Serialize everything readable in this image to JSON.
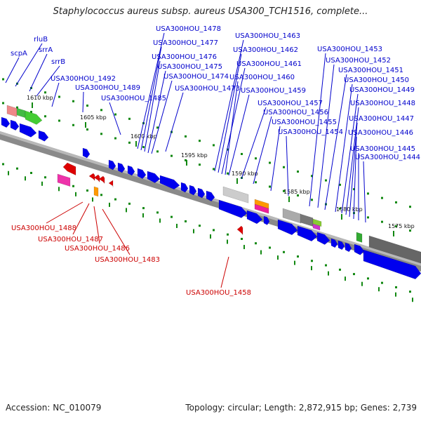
{
  "title": "Staphylococcus aureus subsp. aureus USA300_TCH1516, complete...",
  "accession": "Accession: NC_010079",
  "summary": "Topology: circular; Length: 2,872,915 bp; Genes: 2,739",
  "colors": {
    "forward_gene": "#0000ee",
    "reverse_gene": "#dd0000",
    "backbone": "#777777",
    "tick_dot": "#118811",
    "forward_label": "#0000cc",
    "reverse_label": "#cc0000"
  },
  "scale_ticks": [
    "1610 kbp",
    "1605 kbp",
    "1600 kbp",
    "1595 kbp",
    "1590 kbp",
    "1585 kbp",
    "1580 kbp",
    "1575 kbp"
  ],
  "forward_labels": [
    "scpA",
    "rluB",
    "srrA",
    "srrB",
    "USA300HOU_1492",
    "USA300HOU_1489",
    "USA300HOU_1485",
    "USA300HOU_1478",
    "USA300HOU_1477",
    "USA300HOU_1476",
    "USA300HOU_1475",
    "USA300HOU_1474",
    "USA300HOU_1473",
    "USA300HOU_1463",
    "USA300HOU_1462",
    "USA300HOU_1461",
    "USA300HOU_1460",
    "USA300HOU_1459",
    "USA300HOU_1457",
    "USA300HOU_1456",
    "USA300HOU_1455",
    "USA300HOU_1454",
    "USA300HOU_1453",
    "USA300HOU_1452",
    "USA300HOU_1451",
    "USA300HOU_1450",
    "USA300HOU_1449",
    "USA300HOU_1448",
    "USA300HOU_1447",
    "USA300HOU_1446",
    "USA300HOU_1445",
    "USA300HOU_1444"
  ],
  "reverse_labels": [
    "USA300HOU_1488",
    "USA300HOU_1487",
    "USA300HOU_1486",
    "USA300HOU_1483",
    "USA300HOU_1458"
  ]
}
